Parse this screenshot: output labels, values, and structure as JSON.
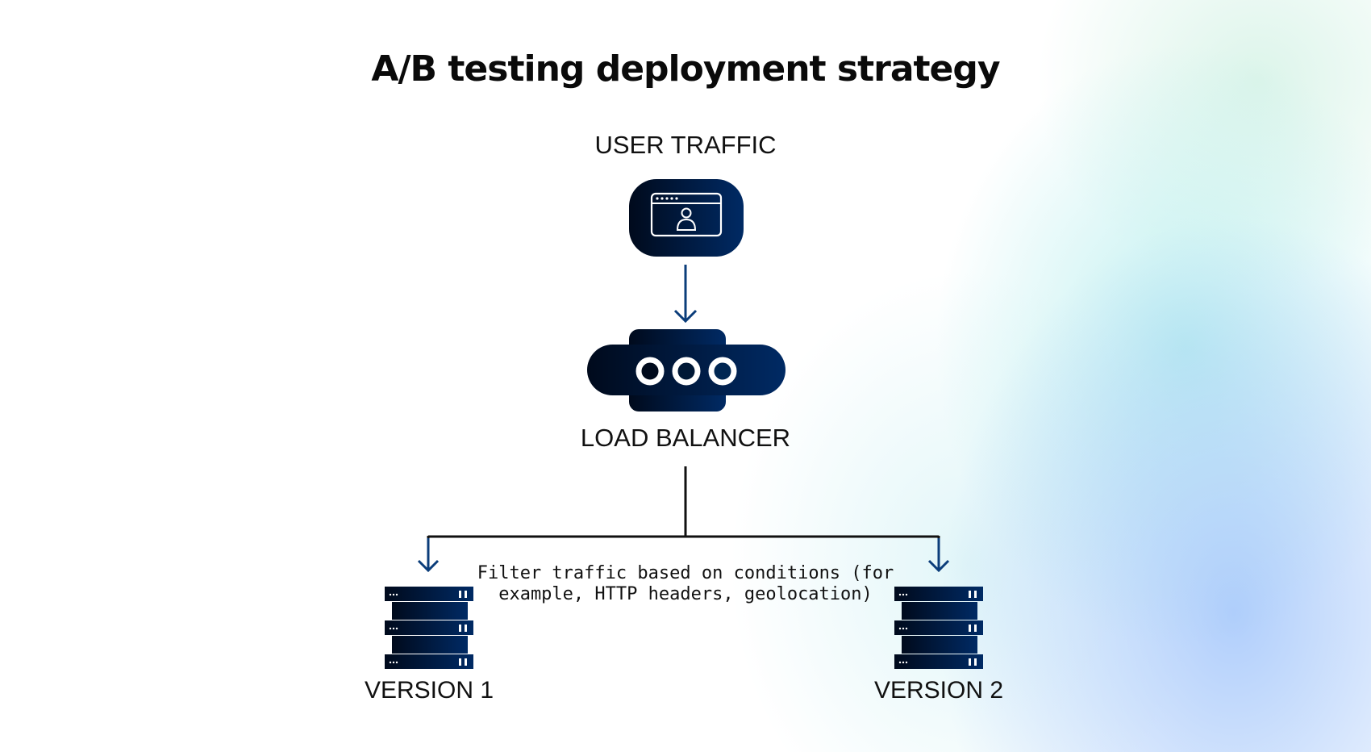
{
  "title": "A/B testing deployment strategy",
  "nodes": {
    "user_traffic": {
      "label": "USER TRAFFIC",
      "icon": "browser-user-icon"
    },
    "load_balancer": {
      "label": "LOAD BALANCER",
      "icon": "load-balancer-icon"
    },
    "version_1": {
      "label": "VERSION 1",
      "icon": "server-stack-icon"
    },
    "version_2": {
      "label": "VERSION 2",
      "icon": "server-stack-icon"
    }
  },
  "filter_note": "Filter traffic based on conditions (for example, HTTP headers, geolocation)",
  "colors": {
    "node_dark": "#000a1c",
    "node_light": "#002a64",
    "arrow": "#0b3d7a",
    "line": "#111111"
  }
}
